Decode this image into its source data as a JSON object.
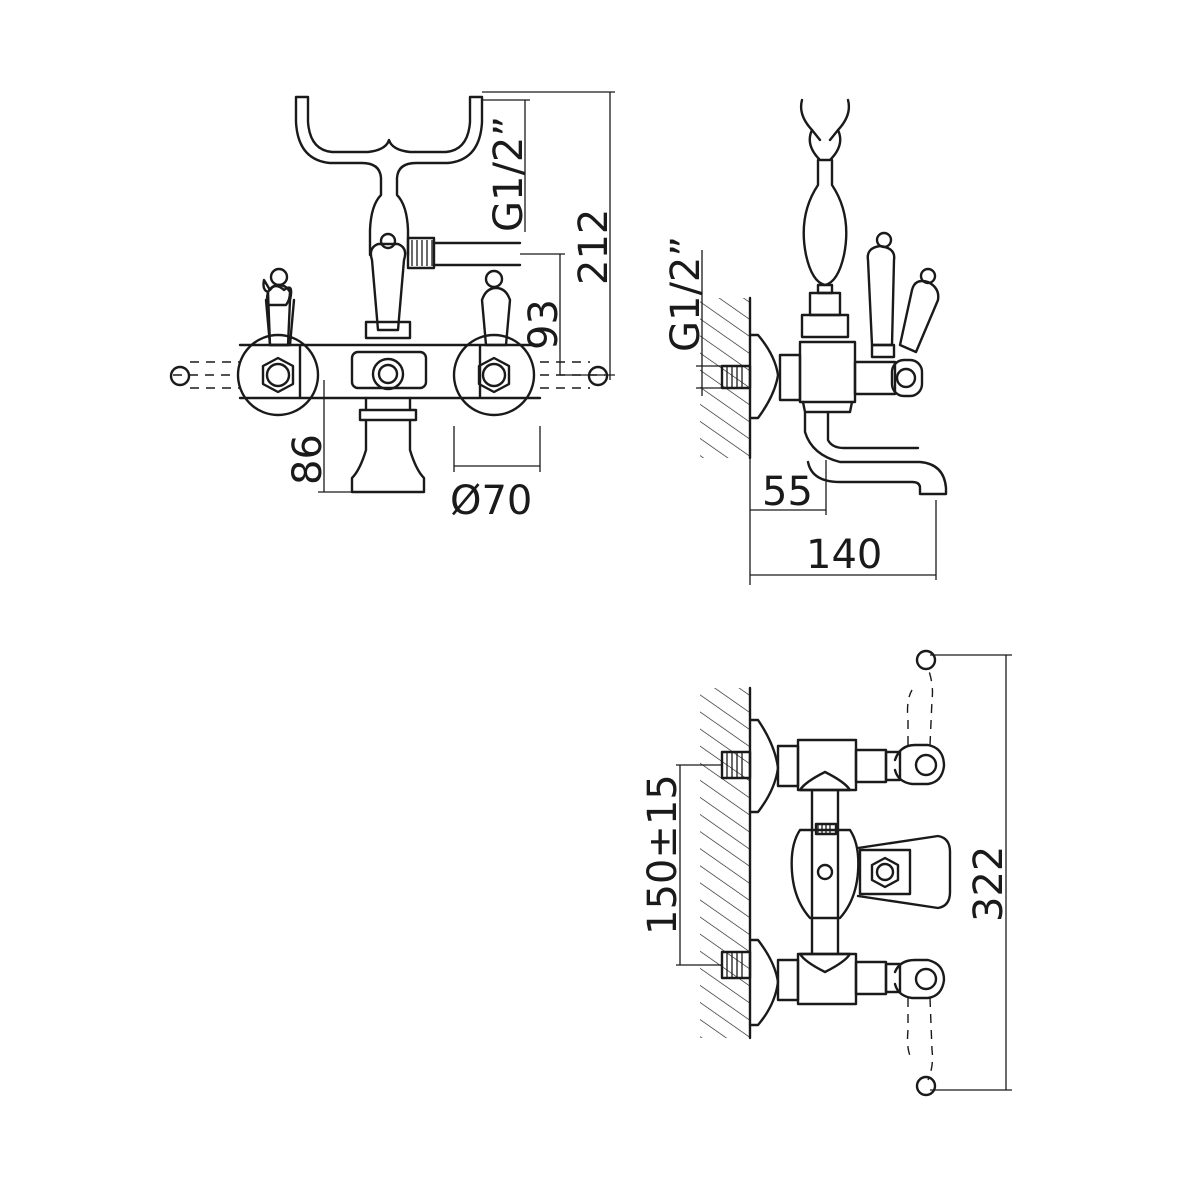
{
  "dimensions": {
    "front_thread": "G1/2”",
    "front_height_total": "212",
    "front_height_outlet": "93",
    "front_spout_height": "86",
    "front_rosette_diameter": "Ø70",
    "side_thread": "G1/2”",
    "side_spout_base": "55",
    "side_spout_projection": "140",
    "top_centers": "150±15",
    "top_total_width": "322"
  },
  "colors": {
    "line": "#1a1a1a",
    "background": "#ffffff"
  }
}
